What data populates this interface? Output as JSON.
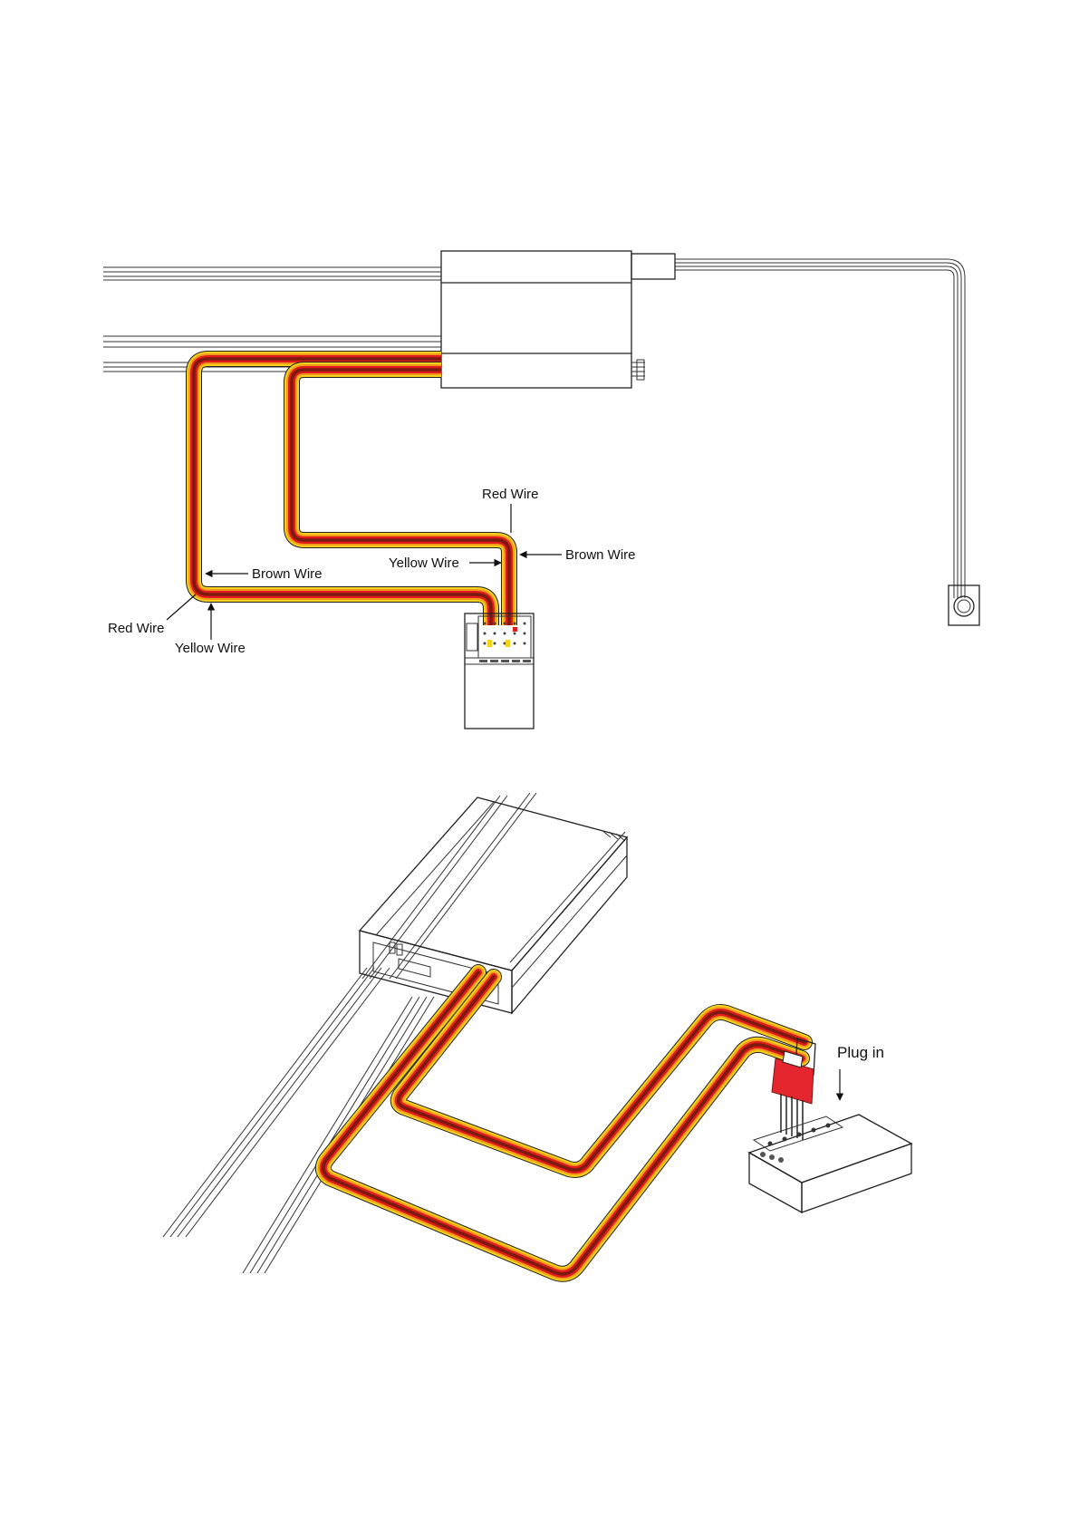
{
  "labels": {
    "red_wire_top": "Red Wire",
    "brown_wire_right": "Brown Wire",
    "yellow_wire_mid": "Yellow Wire",
    "brown_wire_left": "Brown Wire",
    "red_wire_left": "Red Wire",
    "yellow_wire_left": "Yellow Wire",
    "plug_in": "Plug in"
  },
  "colors": {
    "brown": "#7a1a10",
    "red": "#e11b1b",
    "orange": "#f39a1e",
    "yellow": "#f5d11a",
    "plug_red": "#e5262e",
    "outline": "#222222"
  }
}
